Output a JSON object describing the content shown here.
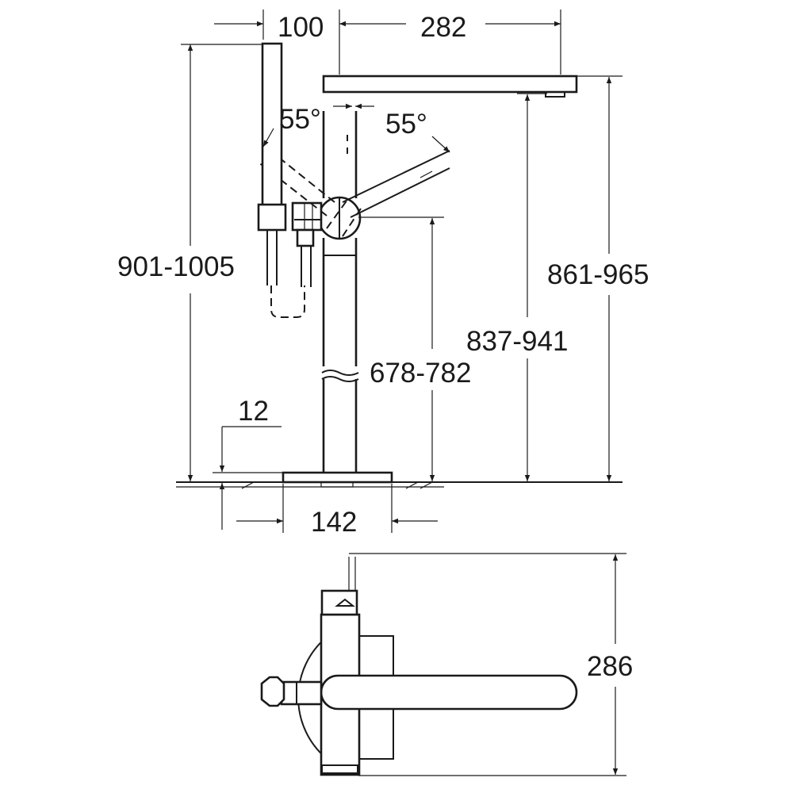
{
  "dimensions": {
    "handshower_offset": "100",
    "spout_reach": "282",
    "angle_left": "55°",
    "angle_right": "55°",
    "total_height": "901-1005",
    "spout_top_height": "861-965",
    "spout_outlet_height": "837-941",
    "handle_height": "678-782",
    "base_thickness": "12",
    "base_width": "142",
    "plan_depth": "286"
  }
}
